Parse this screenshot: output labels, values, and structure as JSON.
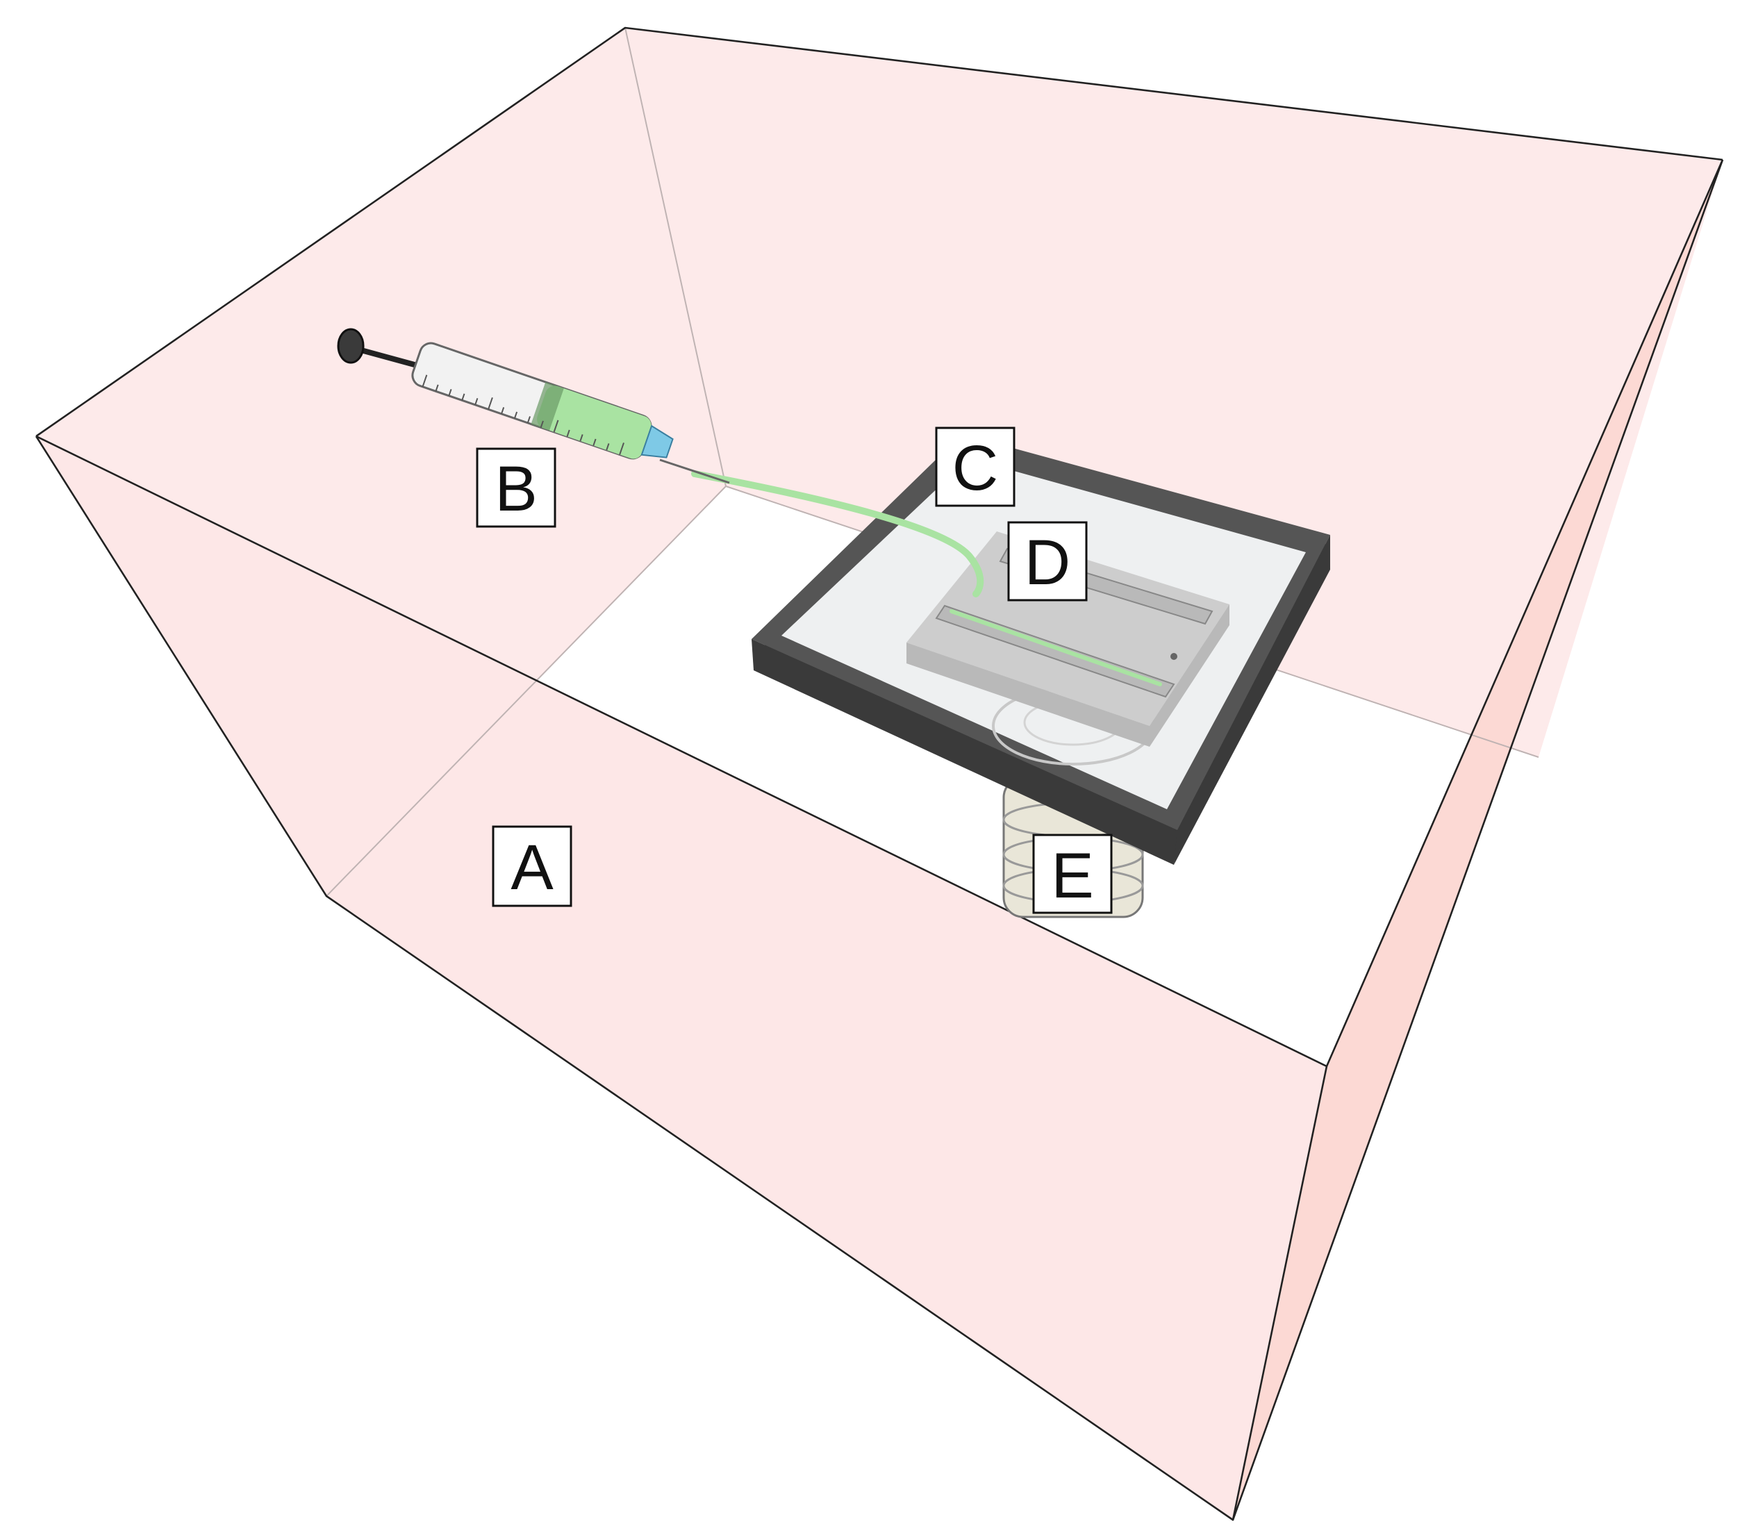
{
  "labels": {
    "A": "A",
    "B": "B",
    "C": "C",
    "D": "D",
    "E": "E"
  },
  "colors": {
    "enclosure_front": "#fde7e7",
    "enclosure_side": "#fcd9d4",
    "enclosure_inner": "#fdeaea",
    "frame": "#3a3a3a",
    "frame_top": "#555555",
    "glass": "#eef0f1",
    "chamber": "#b9b9b9",
    "chamber_top": "#cdcdcd",
    "liquid": "#a9e3a2",
    "needle_hub": "#7ec9e6",
    "syringe_barrel": "#f2f2f2",
    "lens": "#e9e6d8"
  }
}
